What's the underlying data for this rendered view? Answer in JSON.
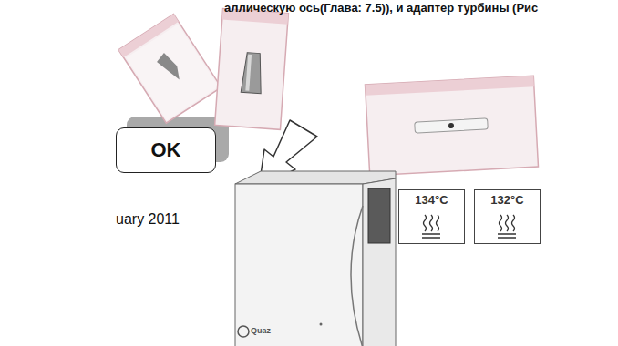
{
  "diagram": {
    "nodes": [
      {
        "text": [
          "OK"
        ]
      },
      {
        "text": [
          "134°C"
        ]
      },
      {
        "text": [
          "132°C"
        ]
      }
    ],
    "labels": [
      "аллическую ось(Глава: 7.5)), и адаптер турбины (Рис",
      "uary 2011",
      "Quaz"
    ]
  }
}
